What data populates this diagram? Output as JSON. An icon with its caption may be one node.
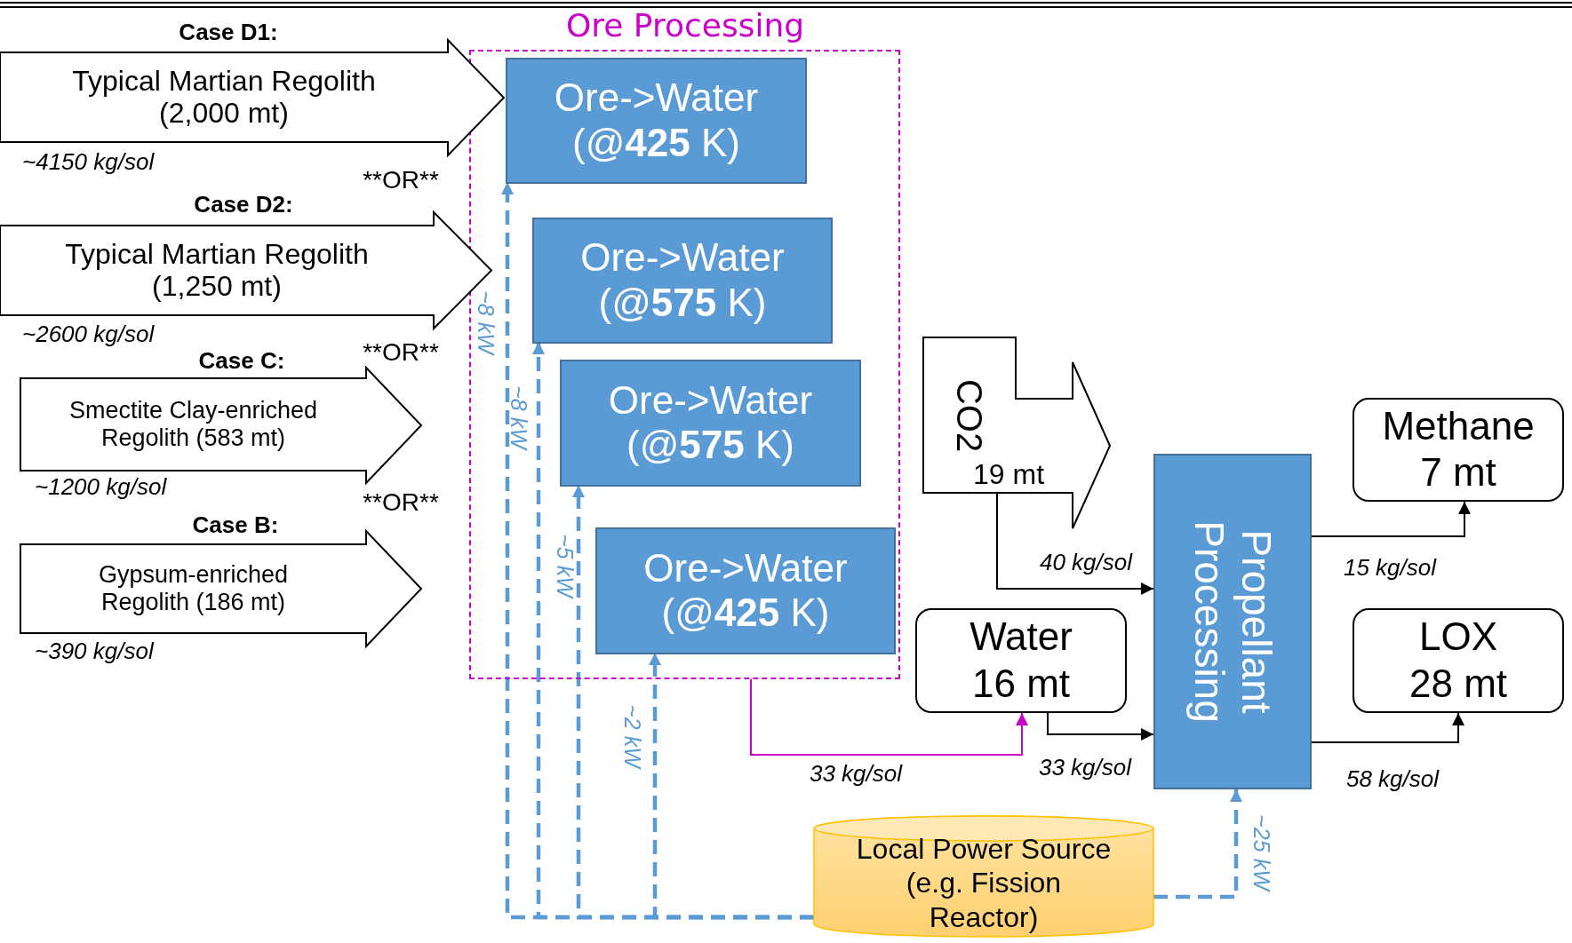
{
  "diagram": {
    "nodes": [
      {
        "text": [
          "Ore Processing"
        ]
      },
      {
        "text": [
          "Ore->Water (@**425** K)"
        ],
        "in": 0
      },
      {
        "text": [
          "Ore->Water (@**575** K)"
        ],
        "in": 0
      },
      {
        "text": [
          "Ore->Water (@**575** K)"
        ],
        "in": 0
      },
      {
        "text": [
          "Ore->Water (@**425** K)"
        ],
        "in": 0
      },
      {
        "text": [
          "Case D1:",
          "Typical Martian Regolith (2,000 mt)"
        ],
        "beside": [
          "~4150 kg/sol"
        ]
      },
      {
        "text": [
          "Case D2:",
          "Typical Martian Regolith (1,250 mt)"
        ],
        "beside": [
          "~2600 kg/sol"
        ]
      },
      {
        "text": [
          "Case C:",
          "Smectite Clay-enriched Regolith (583 mt)"
        ],
        "beside": [
          "~1200 kg/sol"
        ]
      },
      {
        "text": [
          "Case B:",
          "Gypsum-enriched Regolith (186 mt)"
        ],
        "beside": [
          "~390 kg/sol"
        ]
      },
      {
        "text": [
          "CO2",
          "19 mt"
        ]
      },
      {
        "text": [
          "Water 16 mt"
        ]
      },
      {
        "text": [
          "Propellant Processing"
        ]
      },
      {
        "text": [
          "Methane 7 mt"
        ]
      },
      {
        "text": [
          "LOX 28 mt"
        ]
      },
      {
        "text": [
          "Local Power Source (e.g. Fission Reactor)"
        ]
      }
    ],
    "edges": [
      {
        "from": 9,
        "to": 11,
        "arrow": "to",
        "label": "40 kg/sol",
        "color": "#000000"
      },
      {
        "from": 10,
        "to": 11,
        "arrow": "to",
        "label": "33 kg/sol",
        "color": "#000000"
      },
      {
        "from": 0,
        "to": 10,
        "arrow": "to",
        "label": "33 kg/sol",
        "color": "#cc00cc"
      },
      {
        "from": 11,
        "to": 12,
        "arrow": "to",
        "label": "15 kg/sol",
        "color": "#000000"
      },
      {
        "from": 11,
        "to": 13,
        "arrow": "to",
        "label": "58 kg/sol",
        "color": "#000000"
      },
      {
        "from": 14,
        "to": 11,
        "arrow": "to",
        "label": "~25 kW",
        "style": "dashed"
      },
      {
        "from": 14,
        "to": 1,
        "arrow": "to",
        "label": "~8 kW",
        "style": "dashed"
      },
      {
        "from": 14,
        "to": 2,
        "arrow": "to",
        "label": "~8 kW",
        "style": "dashed"
      },
      {
        "from": 14,
        "to": 3,
        "arrow": "to",
        "label": "~5 kW",
        "style": "dashed"
      },
      {
        "from": 14,
        "to": 4,
        "arrow": "to",
        "label": "~2 kW",
        "style": "dashed"
      }
    ],
    "labels": [
      "**OR**",
      "**OR**",
      "**OR**"
    ]
  }
}
